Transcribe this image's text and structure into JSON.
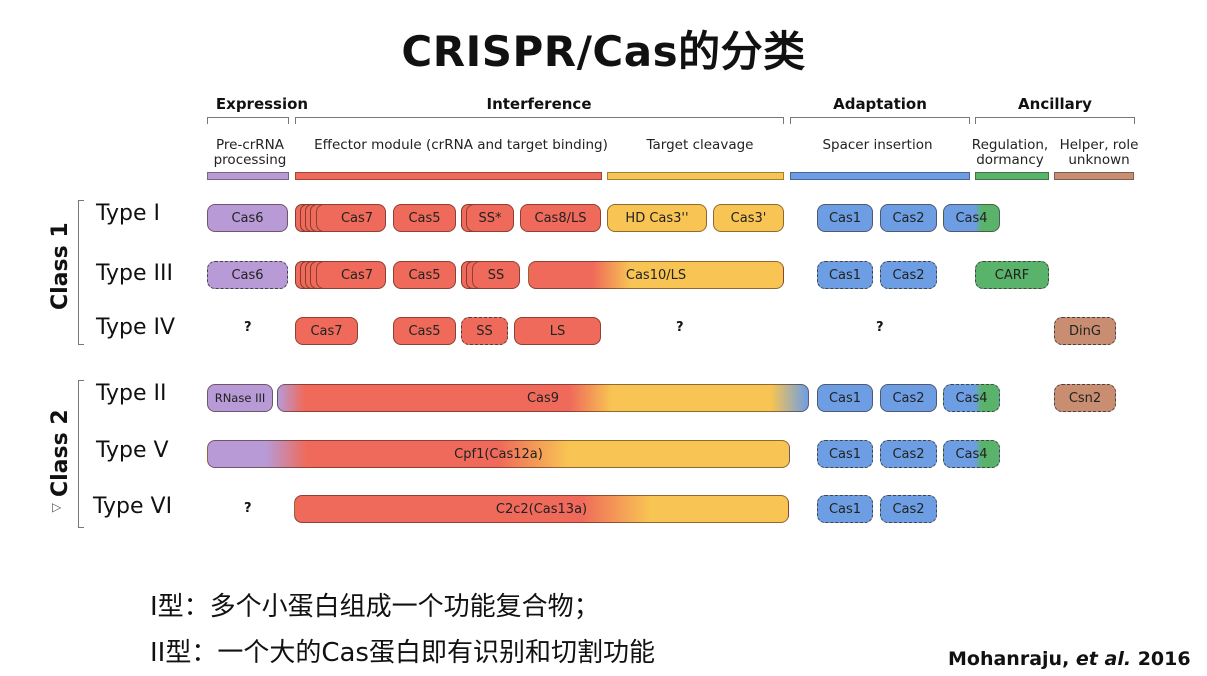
{
  "title": "CRISPR/Cas的分类",
  "categories": {
    "expression": "Expression",
    "interference": "Interference",
    "adaptation": "Adaptation",
    "ancillary": "Ancillary"
  },
  "subcategories": {
    "pre_crrna_1": "Pre-crRNA",
    "pre_crrna_2": "processing",
    "effector": "Effector module (crRNA and target binding)",
    "target_cleavage": "Target cleavage",
    "spacer_insertion": "Spacer insertion",
    "regulation_1": "Regulation,",
    "regulation_2": "dormancy",
    "helper_1": "Helper, role",
    "helper_2": "unknown"
  },
  "classes": {
    "class1": "Class 1",
    "class2": "Class 2"
  },
  "types": {
    "type1": "Type I",
    "type3": "Type III",
    "type4": "Type IV",
    "type2": "Type II",
    "type5": "Type V",
    "type6": "Type VI"
  },
  "proteins": {
    "cas6": "Cas6",
    "cas7": "Cas7",
    "cas5": "Cas5",
    "ss_star": "SS*",
    "ss": "SS",
    "cas8_ls": "Cas8/LS",
    "hd_cas3": "HD Cas3''",
    "cas3p": "Cas3'",
    "cas1": "Cas1",
    "cas2": "Cas2",
    "cas4": "Cas4",
    "cas10_ls": "Cas10/LS",
    "carf": "CARF",
    "ls": "LS",
    "ding": "DinG",
    "rnase3": "RNase III",
    "cas9": "Cas9",
    "csn2": "Csn2",
    "cpf1": "Cpf1(Cas12a)",
    "c2c2": "C2c2(Cas13a)",
    "unknown": "?"
  },
  "colors": {
    "expression": "#b79ad6",
    "effector": "#ef6a5a",
    "cleavage": "#f8c453",
    "adaptation": "#6d9ee4",
    "regulation": "#5ab36a",
    "helper": "#c98e72"
  },
  "notes": {
    "line1": "I型：多个小蛋白组成一个功能复合物；",
    "line2": "II型：一个大的Cas蛋白即有识别和切割功能"
  },
  "citation": {
    "authors": "Mohanraju,",
    "etal": "et al.",
    "year": "2016"
  }
}
